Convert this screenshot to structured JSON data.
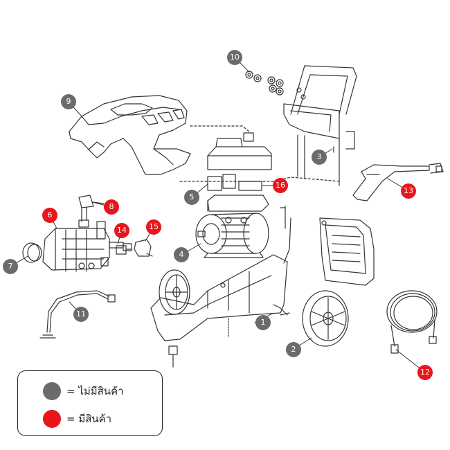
{
  "colors": {
    "available": "#e8151b",
    "unavailable": "#6b6b6b",
    "line": "#333333"
  },
  "callouts": [
    {
      "id": "1",
      "status": "unavailable"
    },
    {
      "id": "2",
      "status": "unavailable"
    },
    {
      "id": "3",
      "status": "unavailable"
    },
    {
      "id": "4",
      "status": "unavailable"
    },
    {
      "id": "5",
      "status": "unavailable"
    },
    {
      "id": "6",
      "status": "available"
    },
    {
      "id": "7",
      "status": "unavailable"
    },
    {
      "id": "8",
      "status": "available"
    },
    {
      "id": "9",
      "status": "unavailable"
    },
    {
      "id": "10",
      "status": "unavailable"
    },
    {
      "id": "11",
      "status": "unavailable"
    },
    {
      "id": "12",
      "status": "available"
    },
    {
      "id": "13",
      "status": "available"
    },
    {
      "id": "14",
      "status": "available"
    },
    {
      "id": "15",
      "status": "available"
    },
    {
      "id": "16",
      "status": "available"
    }
  ],
  "legend": {
    "unavailable_label": "= ไม่มีสินค้า",
    "available_label": "= มีสินค้า"
  }
}
